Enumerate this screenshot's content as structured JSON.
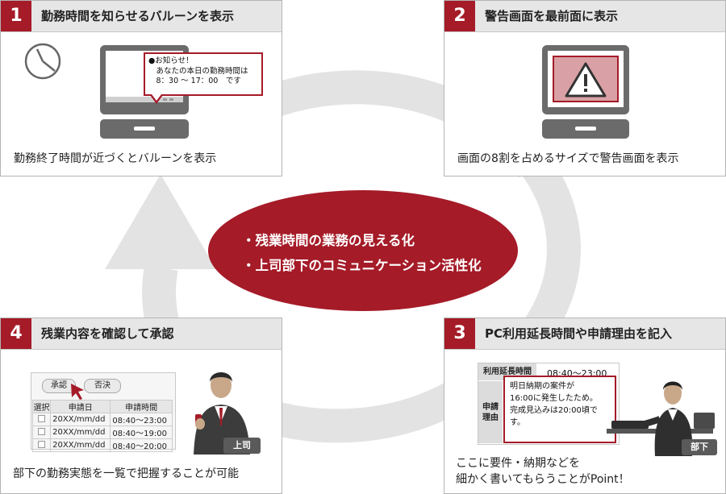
{
  "center": {
    "lines": [
      "・残業時間の業務の見える化",
      "・上司部下のコミュニケーション活性化"
    ]
  },
  "steps": [
    {
      "num": "1",
      "title": "勤務時間を知らせるバルーンを表示",
      "caption": "勤務終了時間が近づくとバルーンを表示"
    },
    {
      "num": "2",
      "title": "警告画面を最前面に表示",
      "caption": "画面の8割を占めるサイズで警告画面を表示"
    },
    {
      "num": "3",
      "title": "PC利用延長時間や申請理由を記入",
      "caption_lines": [
        "ここに要件・納期などを",
        "細かく書いてもらうことがPoint！"
      ]
    },
    {
      "num": "4",
      "title": "残業内容を確認して承認",
      "caption": "部下の勤務実態を一覧で把握することが可能"
    }
  ],
  "balloon": {
    "lines": [
      "●お知らせ！",
      "　あなたの本日の勤務時間は",
      "　8：30 ～ 17：00　です"
    ]
  },
  "approval": {
    "buttons": {
      "approve": "承認",
      "reject": "否決"
    },
    "columns": [
      "選択",
      "申請日",
      "申請時間"
    ],
    "rows": [
      {
        "date": "20XX/mm/dd",
        "time": "08:40～23:00"
      },
      {
        "date": "20XX/mm/dd",
        "time": "08:40～19:00"
      },
      {
        "date": "20XX/mm/dd",
        "time": "08:40～20:00"
      }
    ],
    "person_label": "上司"
  },
  "form": {
    "extension_label": "利用延長時間",
    "extension_value": "08:40～23:00",
    "reason_label_lines": [
      "申請",
      "理由"
    ],
    "reason_lines": [
      "明日納期の案件が",
      "16:00に発生したため。",
      "完成見込みは20:00頃です。"
    ],
    "person_label": "部下"
  },
  "colors": {
    "accent": "#a51b28",
    "arrow": "#e3e3e3",
    "panel_head": "#e6e6e6",
    "device": "#6b6b6b"
  }
}
